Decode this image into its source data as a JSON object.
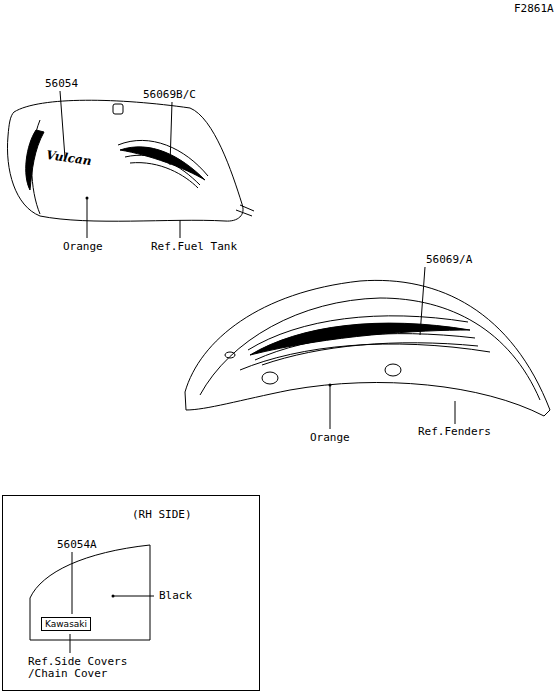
{
  "diagram": {
    "nodes": [
      {
        "text": [
          "(RH SIDE)",
          "56054A",
          "Kawasaki",
          "Black",
          "Ref.Side Covers /Chain Cover"
        ]
      }
    ],
    "labels": [
      "F2861A",
      "56054",
      "56069B/C",
      "Vulcan",
      "Orange",
      "Ref.Fuel Tank",
      "56069/A",
      "Orange",
      "Ref.Fenders"
    ]
  }
}
